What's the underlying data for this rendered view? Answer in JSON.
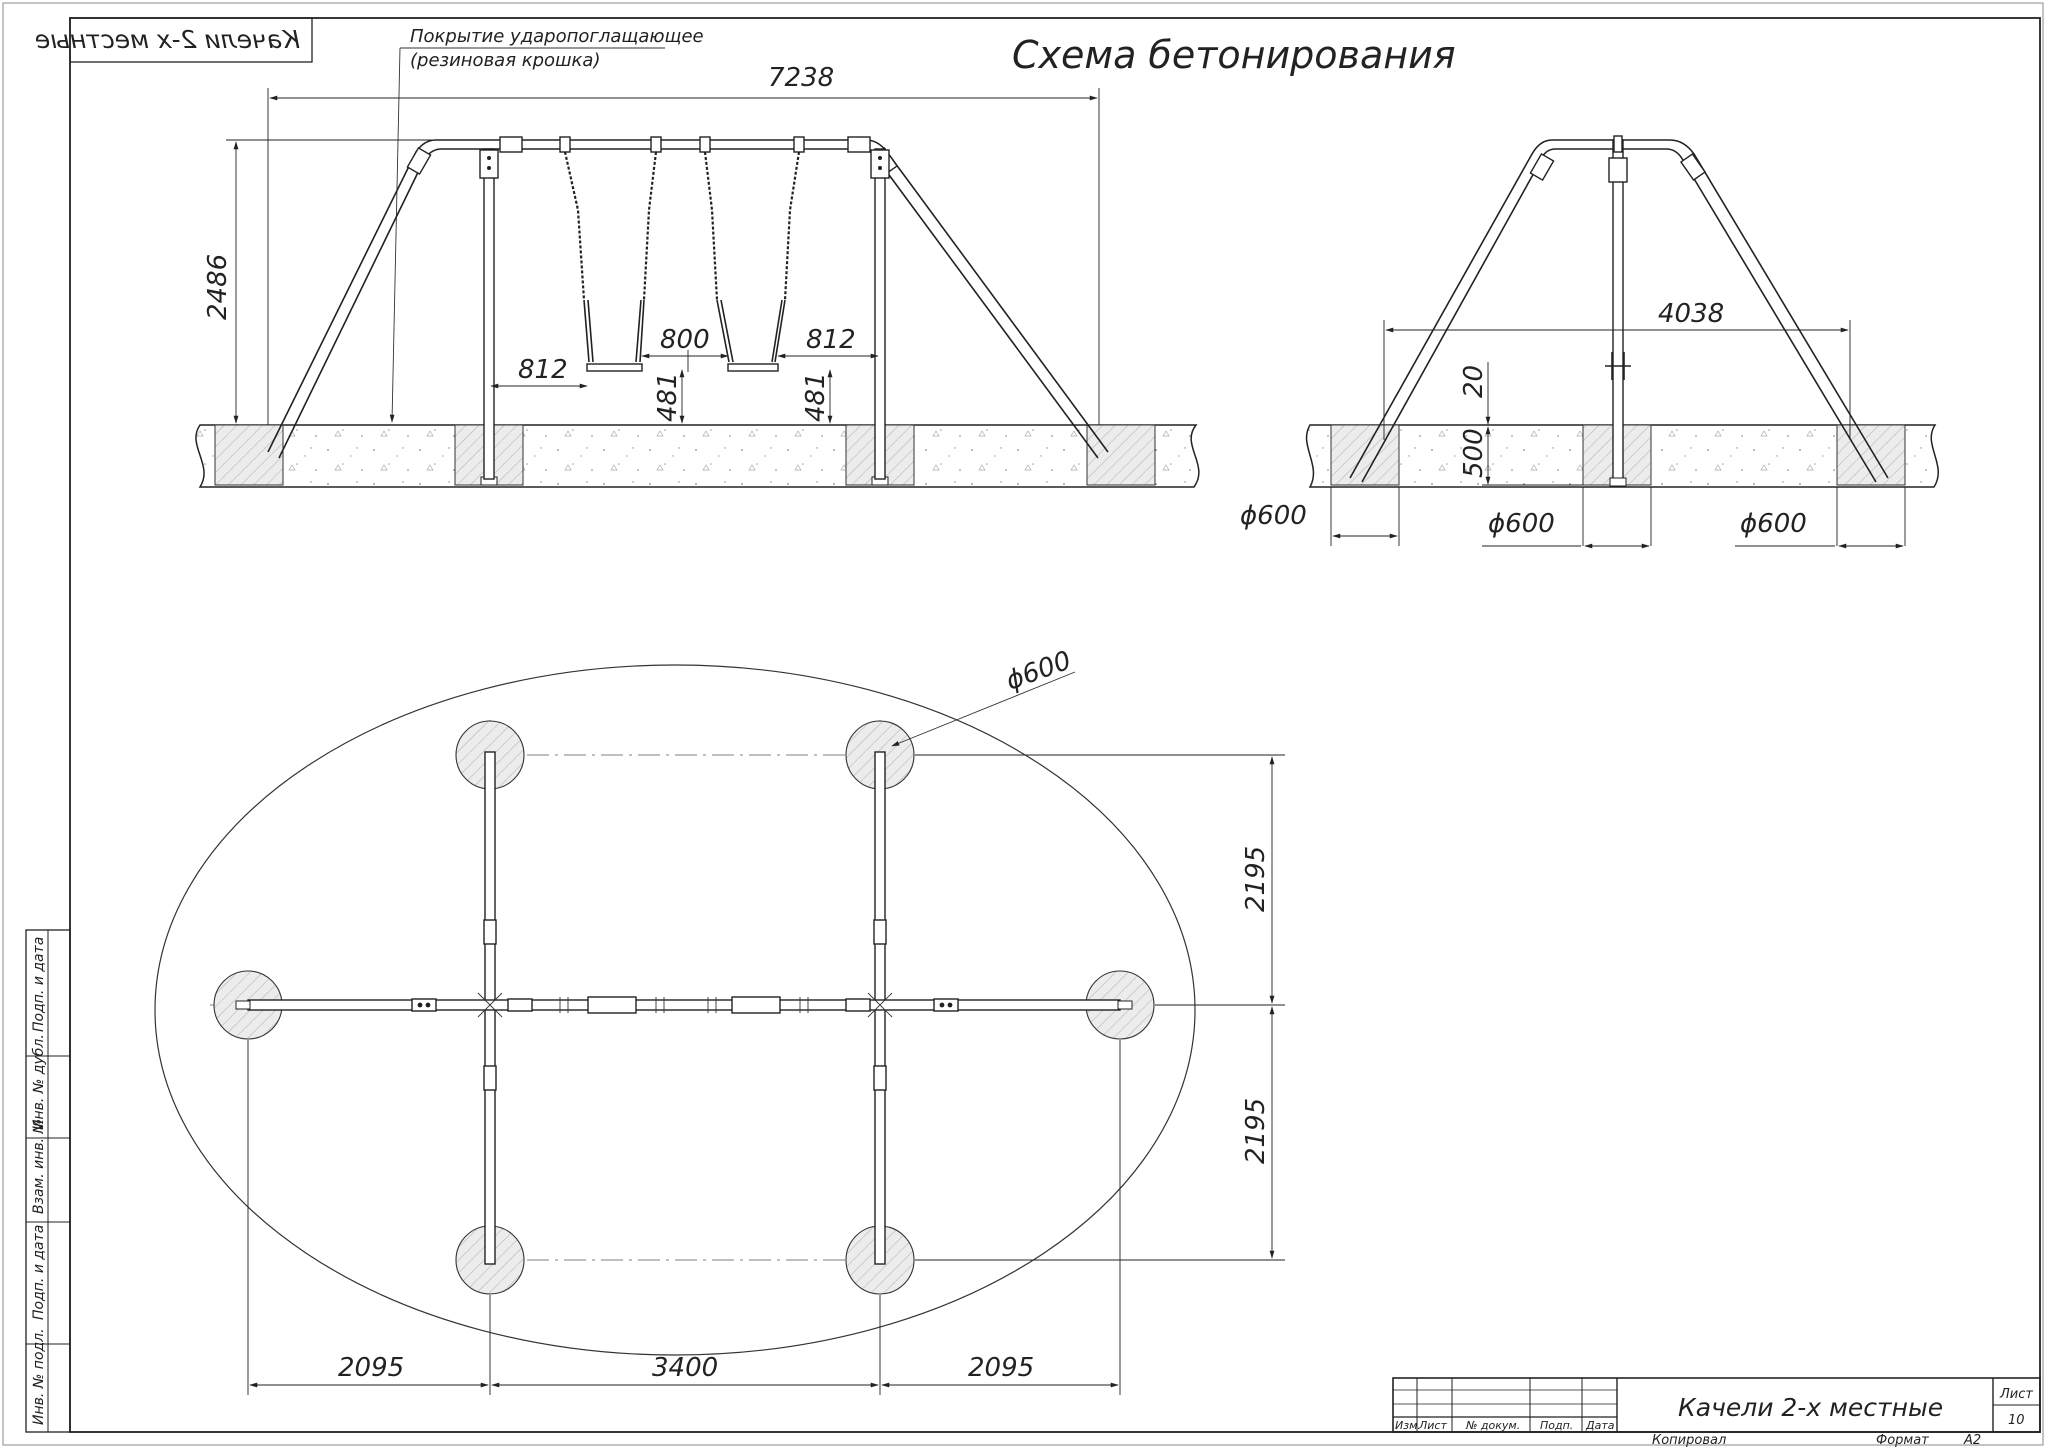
{
  "stamp_mirrored": "Качели 2-х местные",
  "title": "Схема бетонирования",
  "coating_note": [
    "Покрытие ударопоглащающее",
    "(резиновая крошка)"
  ],
  "front_view": {
    "width": "7238",
    "height": "2486",
    "seat_offset_left": "812",
    "seat_gap": "800",
    "seat_offset_right": "812",
    "seat_height_left": "481",
    "seat_height_right": "481"
  },
  "side_view": {
    "width": "4038",
    "embed_top": "20",
    "embed_depth": "500",
    "footing_left": "ϕ600",
    "footing_center": "ϕ600",
    "footing_right": "ϕ600"
  },
  "plan_view": {
    "footing_diameter": "ϕ600",
    "span_upper": "2195",
    "span_lower": "2195",
    "bottom_left": "2095",
    "bottom_middle": "3400",
    "bottom_right": "2095"
  },
  "side_stamp": [
    "Подп. и дата",
    "Инв. № дубл.",
    "Взам. инв. №",
    "Подп. и дата",
    "Инв. № подл."
  ],
  "title_block": {
    "headers": [
      "Изм.",
      "Лист",
      "№ докум.",
      "Подп.",
      "Дата"
    ],
    "product": "Качели 2-х местные",
    "sheet_label": "Лист",
    "sheet_number": "10",
    "copied": "Копировал",
    "format_label": "Формат",
    "format_value": "А2"
  }
}
